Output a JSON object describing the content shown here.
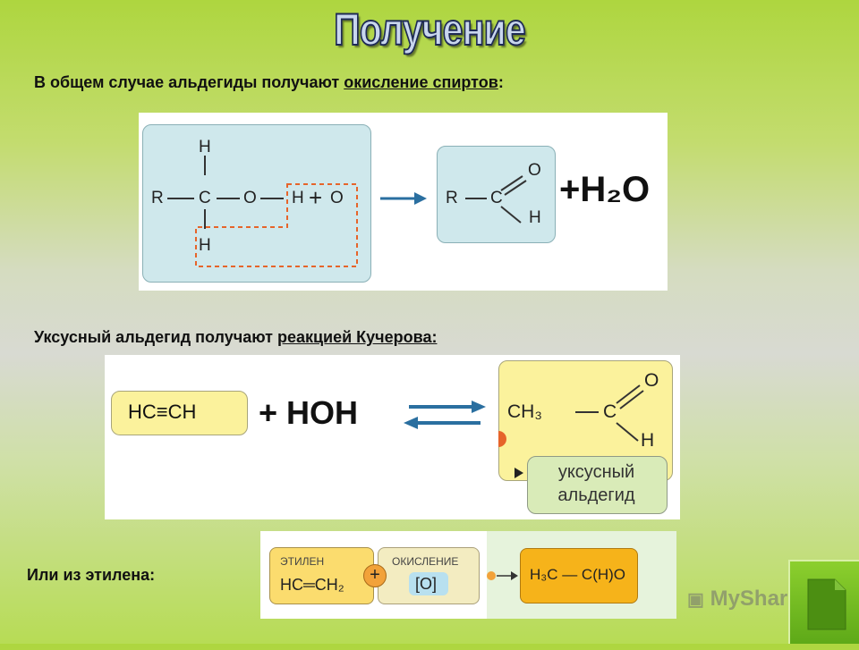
{
  "title": "Получение",
  "intro": {
    "text": "В общем случае альдегиды получают ",
    "link": "окисление спиртов",
    "tail": ":"
  },
  "reaction1": {
    "left_atoms": {
      "h_top": "H",
      "r": "R",
      "c": "C",
      "o": "O",
      "h_mid": "H",
      "plus": "+",
      "o_ox": "O",
      "h_bot": "H"
    },
    "product": {
      "r": "R",
      "c": "C",
      "o": "O",
      "h": "H"
    },
    "water": "+H₂O"
  },
  "acetic": {
    "text": "Уксусный альдегид получают ",
    "link": "реакцией Кучерова:"
  },
  "reaction2": {
    "acetylene": "HC≡CH",
    "plus_water": "+ HOH",
    "ch3": "CH₃",
    "c": "C",
    "o": "O",
    "h": "H",
    "label_line1": "уксусный",
    "label_line2": "альдегид"
  },
  "ethylene": {
    "text": "Или из этилена:"
  },
  "reaction3": {
    "ethylene_label": "ЭТИЛЕН",
    "ethylene_formula": "HC═CH₂",
    "oxidation_label": "ОКИСЛЕНИЕ",
    "oxidation_formula": "[O]",
    "plus": "+",
    "product": "H₃C — C(H)O"
  },
  "watermark": "MyShared",
  "colors": {
    "accent_orange": "#e6642a",
    "arrow_blue": "#2a6fa0",
    "nav_green": "#6cb81e"
  }
}
